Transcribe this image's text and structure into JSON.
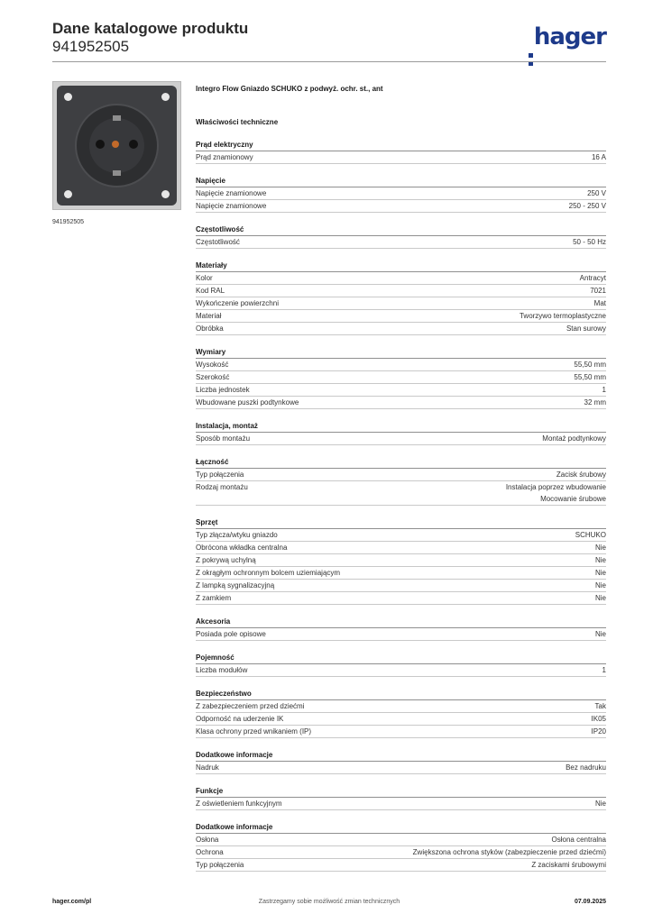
{
  "header": {
    "title": "Dane katalogowe produktu",
    "number": "941952505",
    "logo": "hager"
  },
  "image": {
    "caption": "941952505"
  },
  "product_name": "Integro Flow Gniazdo SCHUKO z podwyż. ochr. st., ant",
  "props_heading": "Właściwości techniczne",
  "sections": [
    {
      "title": "Prąd elektryczny",
      "rows": [
        {
          "label": "Prąd znamionowy",
          "value": [
            "16 A"
          ]
        }
      ]
    },
    {
      "title": "Napięcie",
      "rows": [
        {
          "label": "Napięcie znamionowe",
          "value": [
            "250 V"
          ]
        },
        {
          "label": "Napięcie znamionowe",
          "value": [
            "250 - 250 V"
          ]
        }
      ]
    },
    {
      "title": "Częstotliwość",
      "rows": [
        {
          "label": "Częstotliwość",
          "value": [
            "50 - 50 Hz"
          ]
        }
      ]
    },
    {
      "title": "Materiały",
      "rows": [
        {
          "label": "Kolor",
          "value": [
            "Antracyt"
          ]
        },
        {
          "label": "Kod RAL",
          "value": [
            "7021"
          ]
        },
        {
          "label": "Wykończenie powierzchni",
          "value": [
            "Mat"
          ]
        },
        {
          "label": "Materiał",
          "value": [
            "Tworzywo termoplastyczne"
          ]
        },
        {
          "label": "Obróbka",
          "value": [
            "Stan surowy"
          ]
        }
      ]
    },
    {
      "title": "Wymiary",
      "rows": [
        {
          "label": "Wysokość",
          "value": [
            "55,50 mm"
          ]
        },
        {
          "label": "Szerokość",
          "value": [
            "55,50 mm"
          ]
        },
        {
          "label": "Liczba jednostek",
          "value": [
            "1"
          ]
        },
        {
          "label": "Wbudowane puszki podtynkowe",
          "value": [
            "32 mm"
          ]
        }
      ]
    },
    {
      "title": "Instalacja, montaż",
      "rows": [
        {
          "label": "Sposób montażu",
          "value": [
            "Montaż podtynkowy"
          ]
        }
      ]
    },
    {
      "title": "Łączność",
      "rows": [
        {
          "label": "Typ połączenia",
          "value": [
            "Zacisk śrubowy"
          ]
        },
        {
          "label": "Rodzaj montażu",
          "value": [
            "Instalacja poprzez wbudowanie",
            "Mocowanie śrubowe"
          ]
        }
      ]
    },
    {
      "title": "Sprzęt",
      "rows": [
        {
          "label": "Typ złącza/wtyku gniazdo",
          "value": [
            "SCHUKO"
          ]
        },
        {
          "label": "Obrócona wkładka centralna",
          "value": [
            "Nie"
          ]
        },
        {
          "label": "Z pokrywą uchylną",
          "value": [
            "Nie"
          ]
        },
        {
          "label": "Z okrągłym ochronnym bolcem uziemiającym",
          "value": [
            "Nie"
          ]
        },
        {
          "label": "Z lampką sygnalizacyjną",
          "value": [
            "Nie"
          ]
        },
        {
          "label": "Z zamkiem",
          "value": [
            "Nie"
          ]
        }
      ]
    },
    {
      "title": "Akcesoria",
      "rows": [
        {
          "label": "Posiada pole opisowe",
          "value": [
            "Nie"
          ]
        }
      ]
    },
    {
      "title": "Pojemność",
      "rows": [
        {
          "label": "Liczba modułów",
          "value": [
            "1"
          ]
        }
      ]
    },
    {
      "title": "Bezpieczeństwo",
      "rows": [
        {
          "label": "Z zabezpieczeniem przed dziećmi",
          "value": [
            "Tak"
          ]
        },
        {
          "label": "Odporność na uderzenie IK",
          "value": [
            "IK05"
          ]
        },
        {
          "label": "Klasa ochrony przed wnikaniem (IP)",
          "value": [
            "IP20"
          ]
        }
      ]
    },
    {
      "title": "Dodatkowe informacje",
      "rows": [
        {
          "label": "Nadruk",
          "value": [
            "Bez nadruku"
          ]
        }
      ]
    },
    {
      "title": "Funkcje",
      "rows": [
        {
          "label": "Z oświetleniem funkcyjnym",
          "value": [
            "Nie"
          ]
        }
      ]
    },
    {
      "title": "Dodatkowe informacje",
      "rows": [
        {
          "label": "Osłona",
          "value": [
            "Osłona centralna"
          ]
        },
        {
          "label": "Ochrona",
          "value": [
            "Zwiększona ochrona styków (zabezpieczenie przed dziećmi)"
          ]
        },
        {
          "label": "Typ połączenia",
          "value": [
            "Z zaciskami śrubowymi"
          ]
        }
      ]
    }
  ],
  "footer": {
    "site": "hager.com/pl",
    "notice": "Zastrzegamy sobie możliwość zmian technicznych",
    "date": "07.09.2025"
  },
  "colors": {
    "brand": "#1d3a8a",
    "plate": "#3e3f42"
  }
}
